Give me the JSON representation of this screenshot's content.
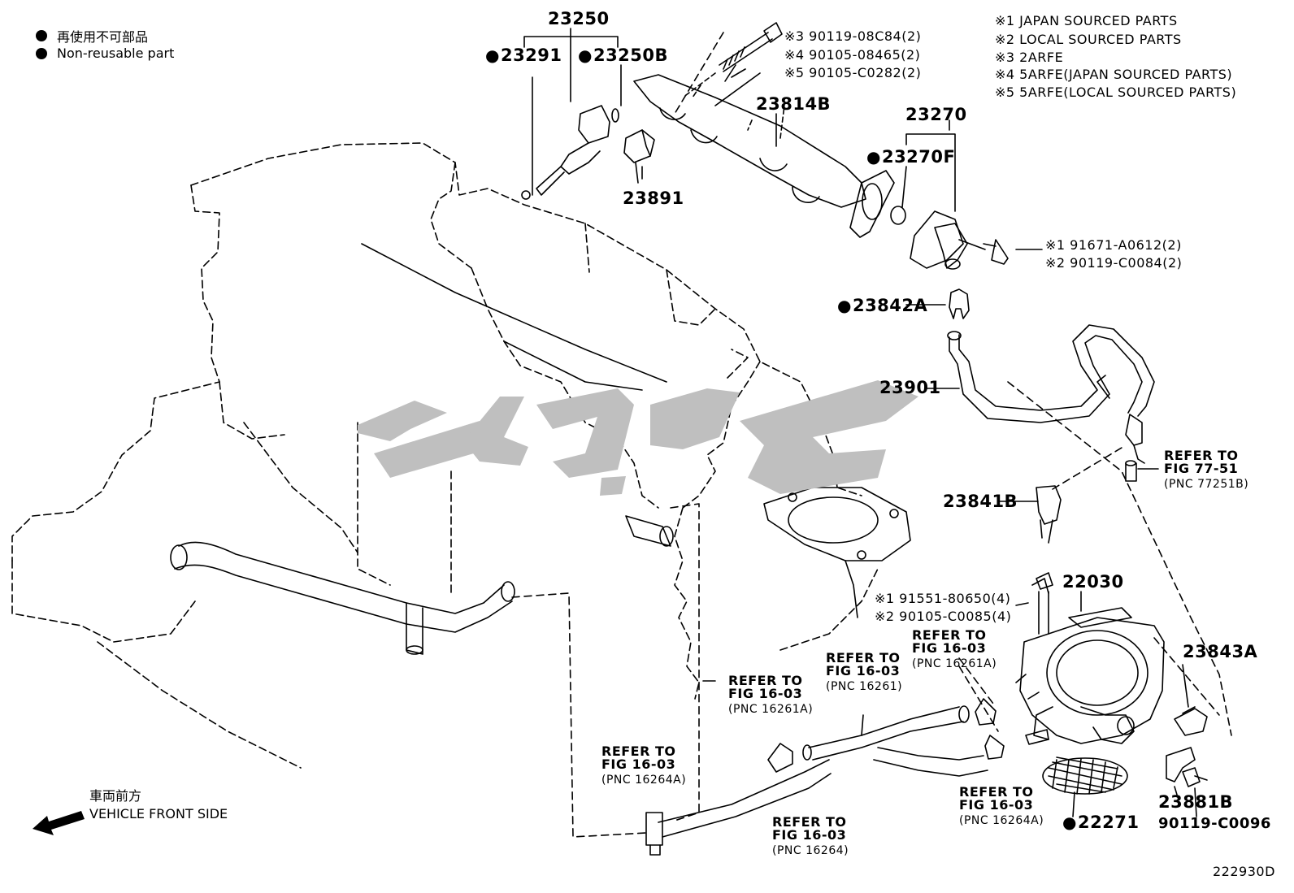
{
  "legend": {
    "items": [
      {
        "text": "再使用不可部品"
      },
      {
        "text": "Non-reusable part"
      }
    ]
  },
  "source_notes": [
    "※1 JAPAN SOURCED PARTS",
    "※2 LOCAL SOURCED PARTS",
    "※3 2ARFE",
    "※4 5ARFE(JAPAN SOURCED PARTS)",
    "※5 5ARFE(LOCAL SOURCED PARTS)"
  ],
  "bolt_notes_injector_rail": [
    "※3 90119-08C84(2)",
    "※4 90105-08465(2)",
    "※5 90105-C0282(2)"
  ],
  "bolt_notes_pulsation": [
    "※1 91671-A0612(2)",
    "※2 90119-C0084(2)"
  ],
  "bolt_notes_throttle": [
    "※1 91551-80650(4)",
    "※2 90105-C0085(4)"
  ],
  "parts": {
    "p23250": "23250",
    "p23291": "23291",
    "p23250B": "23250B",
    "p23814B": "23814B",
    "p23891": "23891",
    "p23270": "23270",
    "p23270F": "23270F",
    "p23842A": "23842A",
    "p23901": "23901",
    "p23841B": "23841B",
    "p22030": "22030",
    "p23843A": "23843A",
    "p23881B": "23881B",
    "p90119_C0096": "90119-C0096",
    "p22271": "22271"
  },
  "references": {
    "fig77_51": {
      "line1": "REFER TO",
      "line2": "FIG 77-51",
      "pnc": "(PNC 77251B)"
    },
    "r16261A_left": {
      "line1": "REFER TO",
      "line2": "FIG 16-03",
      "pnc": "(PNC 16261A)"
    },
    "r16261": {
      "line1": "REFER TO",
      "line2": "FIG 16-03",
      "pnc": "(PNC 16261)"
    },
    "r16261A_right": {
      "line1": "REFER TO",
      "line2": "FIG 16-03",
      "pnc": "(PNC 16261A)"
    },
    "r16264A_left": {
      "line1": "REFER TO",
      "line2": "FIG 16-03",
      "pnc": "(PNC 16264A)"
    },
    "r16264": {
      "line1": "REFER TO",
      "line2": "FIG 16-03",
      "pnc": "(PNC 16264)"
    },
    "r16264A_right": {
      "line1": "REFER TO",
      "line2": "FIG 16-03",
      "pnc": "(PNC 16264A)"
    }
  },
  "front_side": {
    "jp": "車両前方",
    "en": "VEHICLE FRONT SIDE"
  },
  "figure_id": "222930D"
}
